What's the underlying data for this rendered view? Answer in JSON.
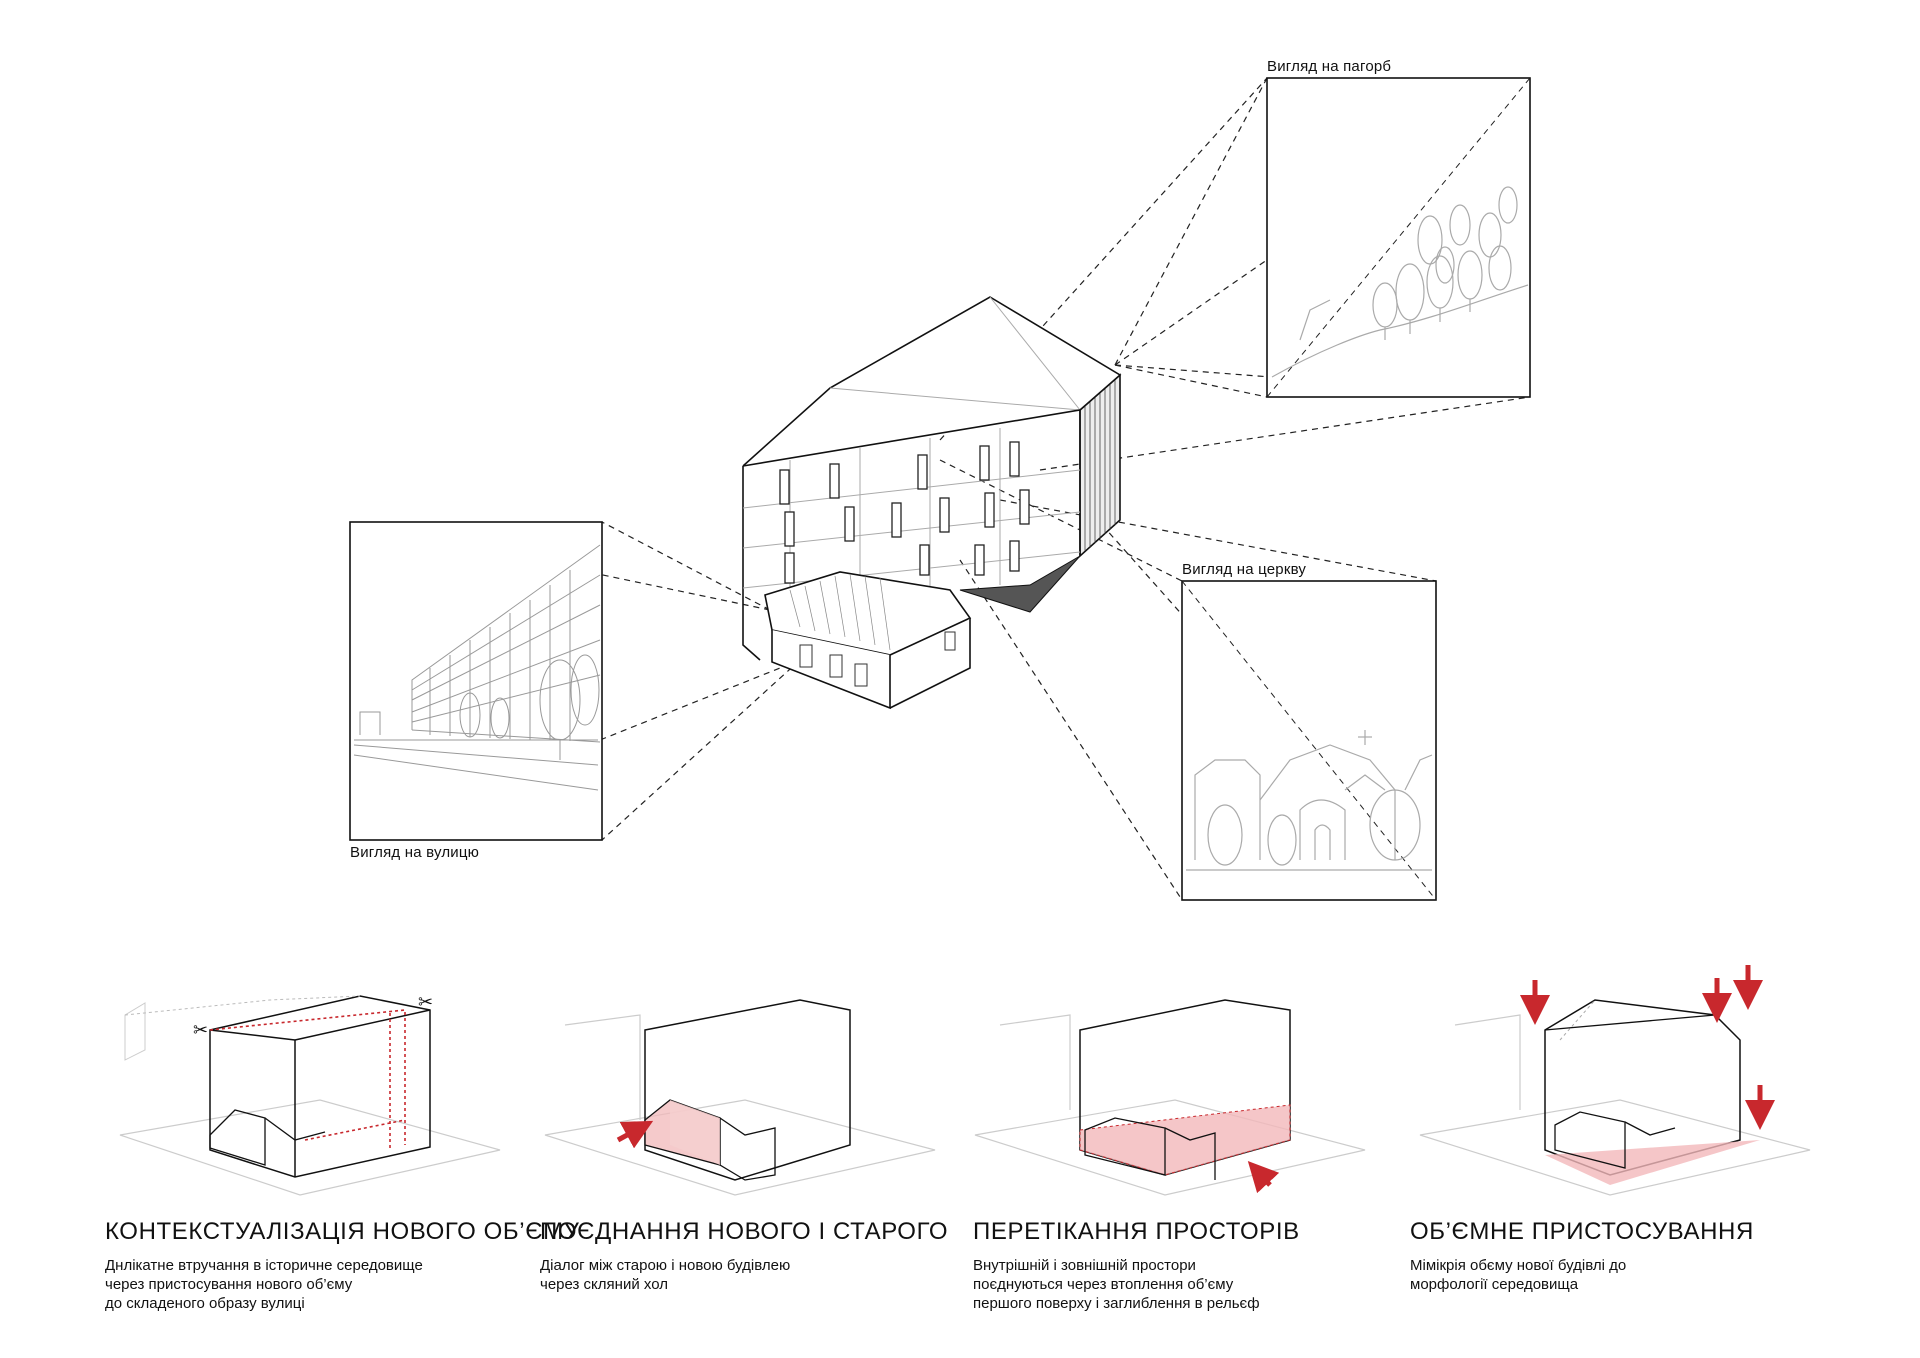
{
  "views": {
    "hill": "Вигляд на  пагорб",
    "church": "Вигляд на церкву",
    "street": "Вигляд на вулицю"
  },
  "steps": [
    {
      "title": "КОНТЕКСТУАЛІЗАЦІЯ  НОВОГО ОБ’ЄМУ",
      "lines": [
        "Днлікатне втручання в історичне середовище",
        "через пристосування нового об’єму",
        "до складеного образу вулиці"
      ]
    },
    {
      "title": "ПОЄДНАННЯ НОВОГО І СТАРОГО",
      "lines": [
        "Діалог між старою і новою будівлею",
        "через скляний хол"
      ]
    },
    {
      "title": "ПЕРЕТІКАННЯ ПРОСТОРІВ",
      "lines": [
        "Внутрішній і зовнішній простори",
        "поєднуються через втоплення об’єму",
        "першого поверху і заглиблення в рельєф"
      ]
    },
    {
      "title": "ОБ’ЄМНЕ ПРИСТОСУВАННЯ",
      "lines": [
        "Мімікрія обєму нової будівлі до",
        "морфології середовища"
      ]
    }
  ],
  "colors": {
    "accent": "#c8282d",
    "accent_fill": "#f2b8ba",
    "line": "#1a1a1a",
    "faint": "#c8c8c8"
  },
  "icons": [
    "scissors-icon",
    "red-arrow-icon"
  ]
}
